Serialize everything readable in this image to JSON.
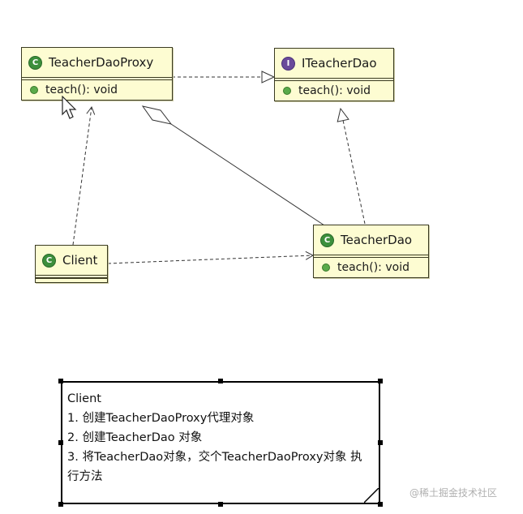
{
  "classes": {
    "proxy": {
      "name": "TeacherDaoProxy",
      "op": "teach(): void"
    },
    "iface": {
      "name": "ITeacherDao",
      "op": "teach(): void"
    },
    "dao": {
      "name": "TeacherDao",
      "op": "teach(): void"
    },
    "client": {
      "name": "Client"
    }
  },
  "badges": {
    "class_letter": "C",
    "interface_letter": "I"
  },
  "note": {
    "lines": [
      "Client",
      "1. 创建TeacherDaoProxy代理对象",
      "2. 创建TeacherDao 对象",
      "3. 将TeacherDao对象，交个TeacherDaoProxy对象 执行方法"
    ]
  },
  "watermark": "@稀土掘金技术社区",
  "colors": {
    "class_fill": "#fdfcd2",
    "class_badge": "#3c8f3c",
    "interface_badge": "#6a4a9a",
    "op_dot": "#5aaa4a"
  }
}
